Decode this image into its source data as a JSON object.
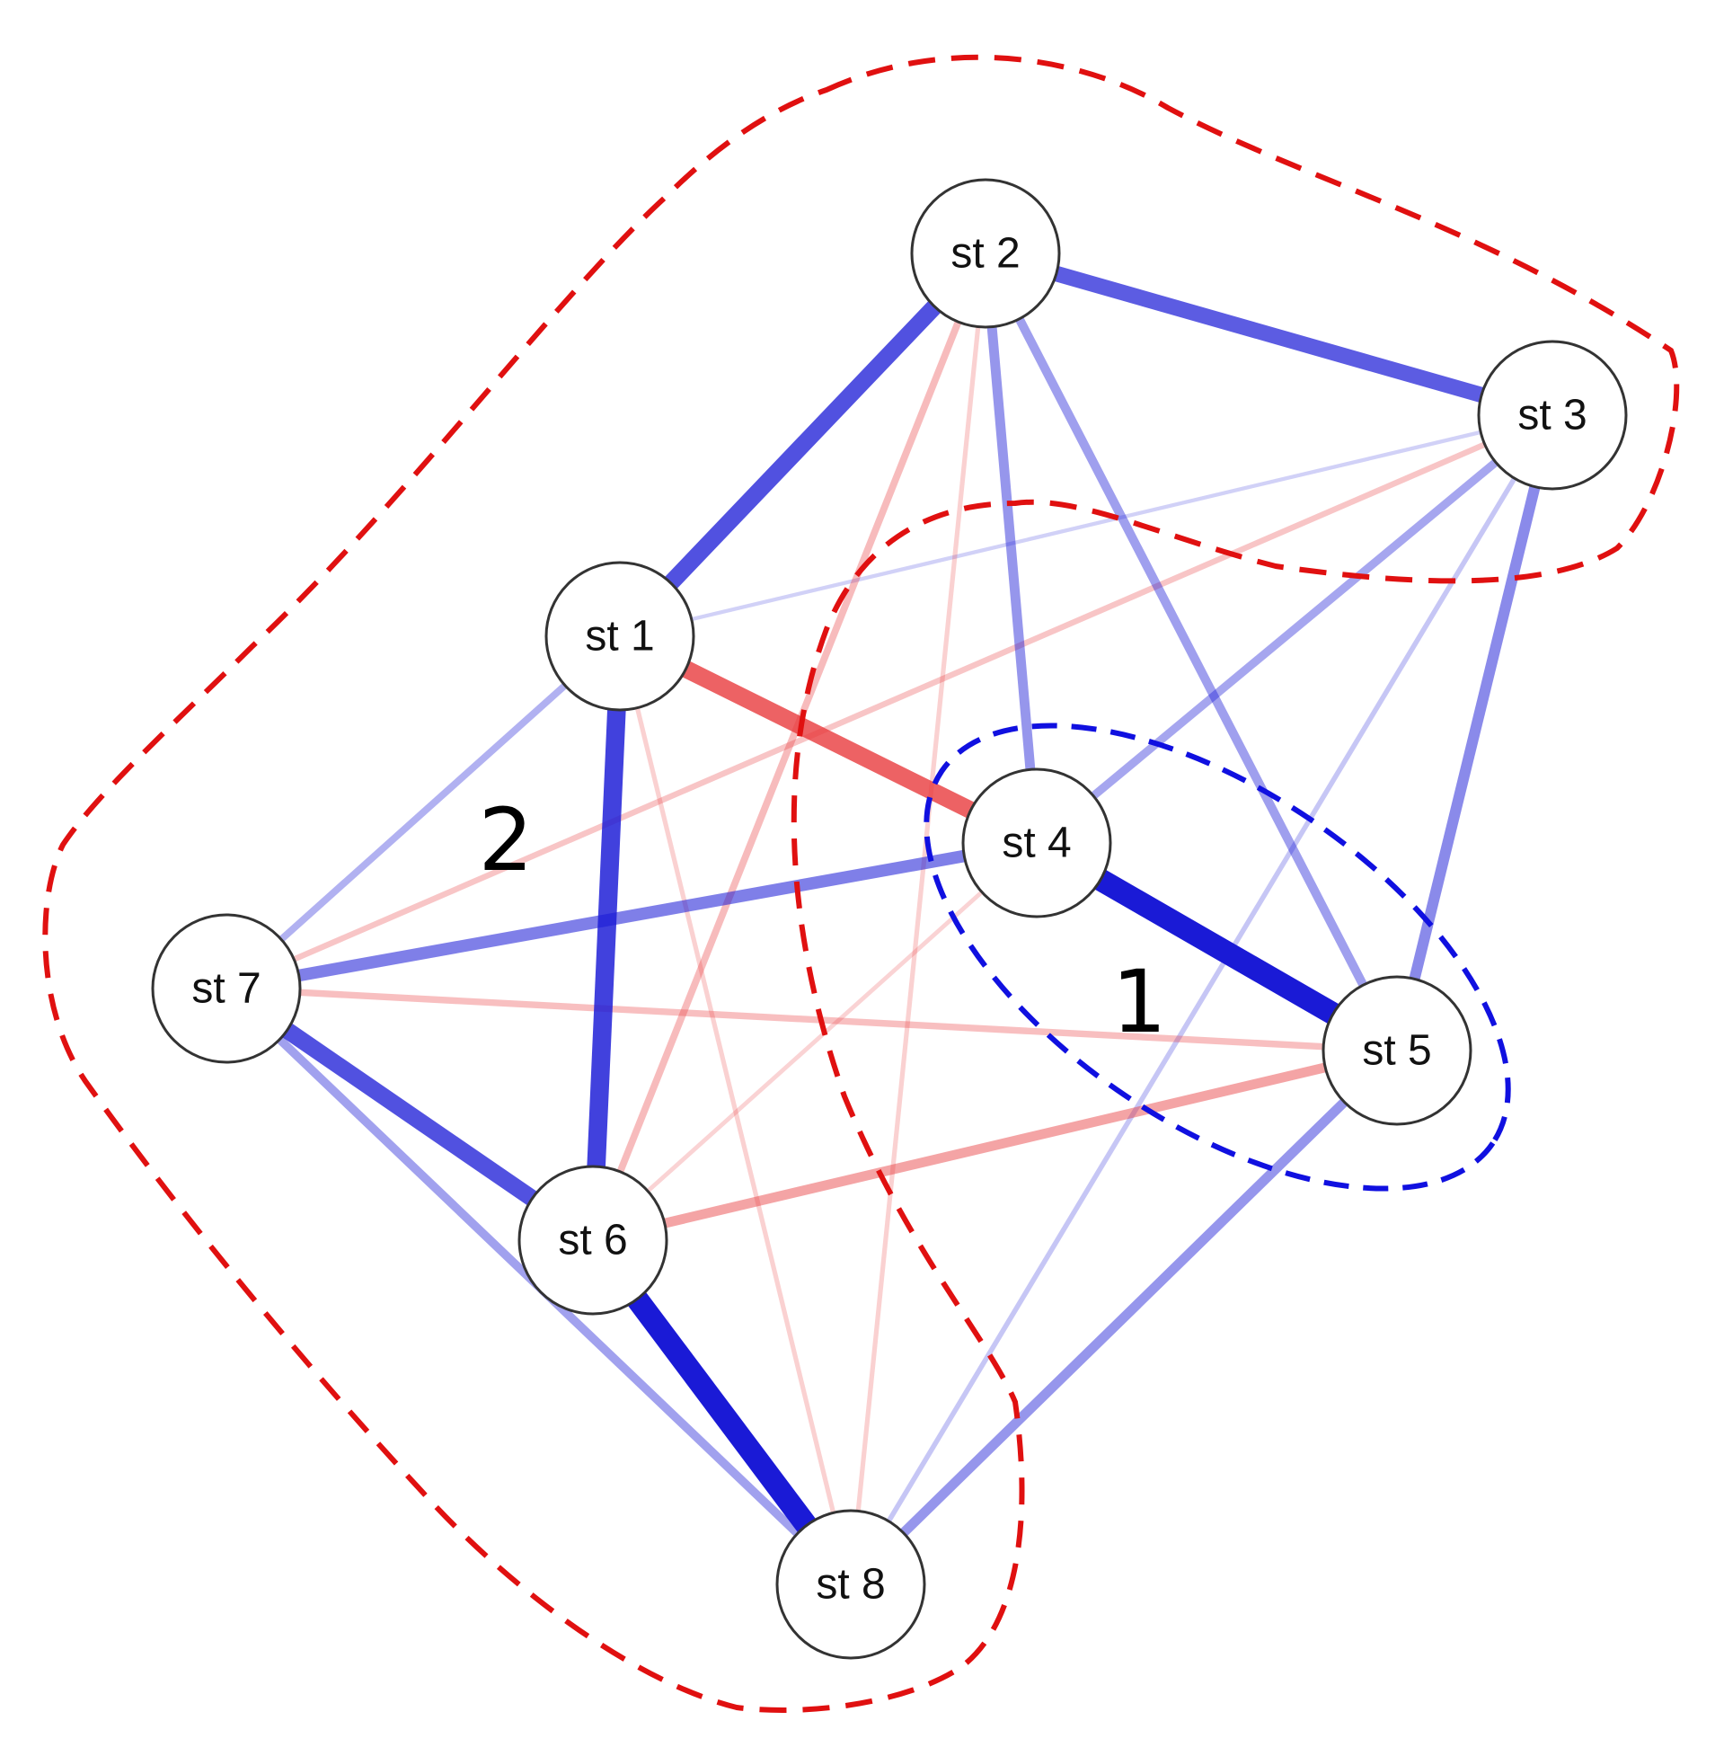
{
  "diagram": {
    "type": "weighted-network",
    "colors": {
      "positive": "#1a1ad6",
      "negative": "#e8383a",
      "group_2_outline": "#e01010",
      "group_1_outline": "#1010e0",
      "node_fill": "#ffffff",
      "node_stroke": "#333333"
    },
    "nodes": [
      {
        "id": "st1",
        "label": "st 1"
      },
      {
        "id": "st2",
        "label": "st 2"
      },
      {
        "id": "st3",
        "label": "st 3"
      },
      {
        "id": "st4",
        "label": "st 4"
      },
      {
        "id": "st5",
        "label": "st 5"
      },
      {
        "id": "st6",
        "label": "st 6"
      },
      {
        "id": "st7",
        "label": "st 7"
      },
      {
        "id": "st8",
        "label": "st 8"
      }
    ],
    "edges": [
      {
        "source": "st4",
        "target": "st5",
        "sign": "positive",
        "strength": 1.0
      },
      {
        "source": "st6",
        "target": "st8",
        "sign": "positive",
        "strength": 1.0
      },
      {
        "source": "st1",
        "target": "st6",
        "sign": "positive",
        "strength": 0.8
      },
      {
        "source": "st7",
        "target": "st6",
        "sign": "positive",
        "strength": 0.72
      },
      {
        "source": "st2",
        "target": "st1",
        "sign": "positive",
        "strength": 0.72
      },
      {
        "source": "st2",
        "target": "st3",
        "sign": "positive",
        "strength": 0.66
      },
      {
        "source": "st1",
        "target": "st4",
        "sign": "negative",
        "strength": 0.75
      },
      {
        "source": "st7",
        "target": "st4",
        "sign": "positive",
        "strength": 0.48
      },
      {
        "source": "st3",
        "target": "st5",
        "sign": "positive",
        "strength": 0.42
      },
      {
        "source": "st5",
        "target": "st8",
        "sign": "positive",
        "strength": 0.36
      },
      {
        "source": "st2",
        "target": "st4",
        "sign": "positive",
        "strength": 0.36
      },
      {
        "source": "st2",
        "target": "st5",
        "sign": "positive",
        "strength": 0.32
      },
      {
        "source": "st7",
        "target": "st8",
        "sign": "positive",
        "strength": 0.3
      },
      {
        "source": "st3",
        "target": "st4",
        "sign": "positive",
        "strength": 0.28
      },
      {
        "source": "st5",
        "target": "st6",
        "sign": "negative",
        "strength": 0.36
      },
      {
        "source": "st1",
        "target": "st7",
        "sign": "positive",
        "strength": 0.22
      },
      {
        "source": "st2",
        "target": "st6",
        "sign": "negative",
        "strength": 0.22
      },
      {
        "source": "st7",
        "target": "st5",
        "sign": "negative",
        "strength": 0.2
      },
      {
        "source": "st3",
        "target": "st7",
        "sign": "negative",
        "strength": 0.16
      },
      {
        "source": "st3",
        "target": "st8",
        "sign": "positive",
        "strength": 0.12
      },
      {
        "source": "st2",
        "target": "st8",
        "sign": "negative",
        "strength": 0.1
      },
      {
        "source": "st1",
        "target": "st8",
        "sign": "negative",
        "strength": 0.1
      },
      {
        "source": "st4",
        "target": "st6",
        "sign": "negative",
        "strength": 0.08
      },
      {
        "source": "st1",
        "target": "st3",
        "sign": "positive",
        "strength": 0.06
      }
    ],
    "groups": [
      {
        "id": "group-1",
        "label": "1",
        "members": [
          "st4",
          "st5"
        ]
      },
      {
        "id": "group-2",
        "label": "2",
        "members": [
          "st1",
          "st2",
          "st3",
          "st6",
          "st7",
          "st8"
        ]
      }
    ]
  }
}
